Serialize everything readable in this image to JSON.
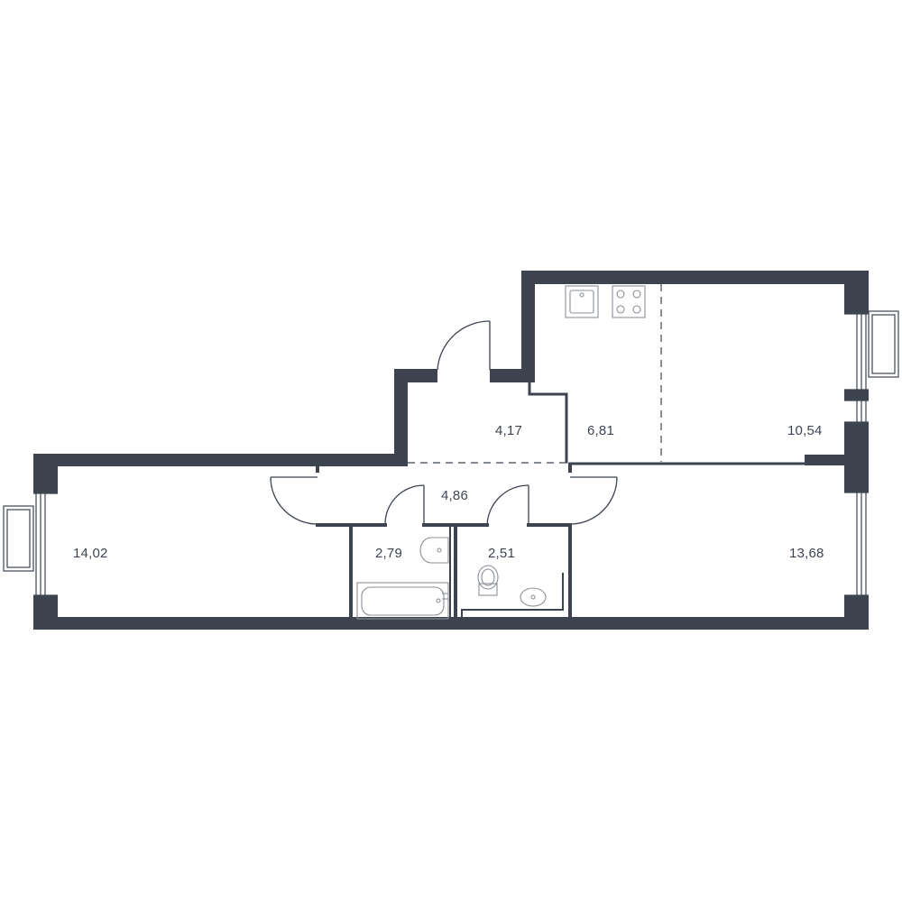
{
  "colors": {
    "wall": "#3d4450",
    "line": "#3d4450",
    "fixture": "#8a8f97",
    "background": "#ffffff"
  },
  "rooms": [
    {
      "id": "living-left",
      "label": "14,02"
    },
    {
      "id": "bathroom",
      "label": "2,79"
    },
    {
      "id": "hallway",
      "label": "4,86"
    },
    {
      "id": "toilet",
      "label": "2,51"
    },
    {
      "id": "bedroom-right",
      "label": "13,68"
    },
    {
      "id": "entrance",
      "label": "4,17"
    },
    {
      "id": "kitchen",
      "label": "6,81"
    },
    {
      "id": "living-top",
      "label": "10,54"
    }
  ]
}
